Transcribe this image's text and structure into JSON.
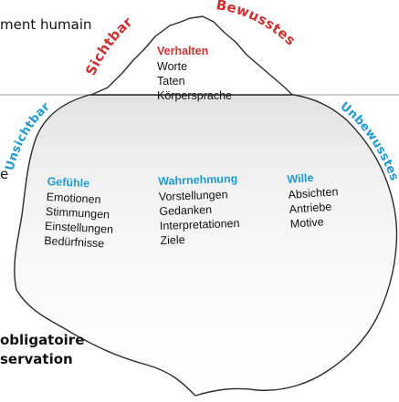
{
  "external_text": {
    "top_left": "ment humain",
    "middle_left": "e",
    "bottom_line1": "obligatoire",
    "bottom_line2": "servation"
  },
  "labels": {
    "visible": "Sichtbar",
    "conscious": "Bewusstes",
    "invisible": "Unsichtbar",
    "unconscious": "Unbewusstes"
  },
  "tip": {
    "heading": "Verhalten",
    "items": [
      "Worte",
      "Taten",
      "Körpersprache"
    ]
  },
  "columns": [
    {
      "heading": "Gefühle",
      "items": [
        "Emotionen",
        "Stimmungen",
        "Einstellungen",
        "Bedürfnisse"
      ]
    },
    {
      "heading": "Wahrnehmung",
      "items": [
        "Vorstellungen",
        "Gedanken",
        "Interpretationen",
        "Ziele"
      ]
    },
    {
      "heading": "Wille",
      "items": [
        "Absichten",
        "Antriebe",
        "Motive"
      ]
    }
  ],
  "colors": {
    "accent_red": "#d32f2f",
    "accent_blue": "#1e9ad6",
    "outline": "#2b2b2b",
    "waterline": "#9a9a9a"
  }
}
